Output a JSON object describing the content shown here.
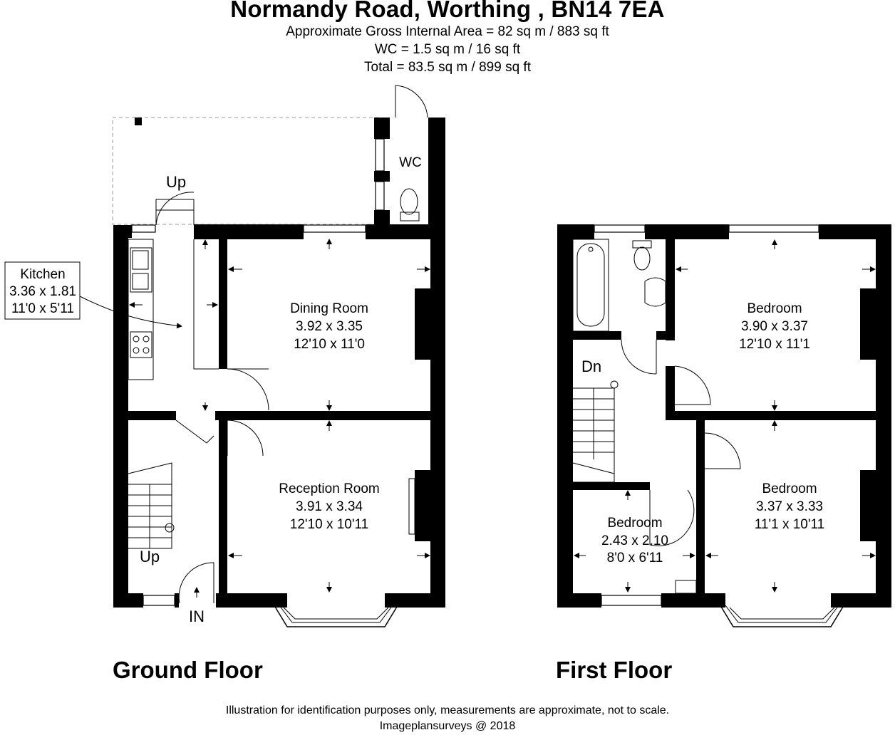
{
  "header": {
    "title": "Normandy Road, Worthing , BN14 7EA",
    "line1": "Approximate Gross Internal Area = 82 sq m / 883 sq ft",
    "line2": "WC = 1.5 sq m / 16 sq ft",
    "line3": "Total = 83.5 sq m / 899 sq ft"
  },
  "ground_floor": {
    "label": "Ground Floor",
    "wc": "WC",
    "up_top": "Up",
    "up_bottom": "Up",
    "entrance": "IN",
    "kitchen": {
      "name": "Kitchen",
      "metric": "3.36 x 1.81",
      "imperial": "11'0 x 5'11"
    },
    "dining": {
      "name": "Dining Room",
      "metric": "3.92 x 3.35",
      "imperial": "12'10 x 11'0"
    },
    "reception": {
      "name": "Reception Room",
      "metric": "3.91 x 3.34",
      "imperial": "12'10 x 10'11"
    }
  },
  "first_floor": {
    "label": "First Floor",
    "down": "Dn",
    "bedroom_back": {
      "name": "Bedroom",
      "metric": "3.90 x 3.37",
      "imperial": "12'10 x 11'1"
    },
    "bedroom_front": {
      "name": "Bedroom",
      "metric": "3.37 x 3.33",
      "imperial": "11'1 x 10'11"
    },
    "bedroom_small": {
      "name": "Bedroom",
      "metric": "2.43 x 2.10",
      "imperial": "8'0 x 6'11"
    }
  },
  "footer": {
    "line1": "Illustration for identification purposes only, measurements are approximate, not to scale.",
    "line2": "Imageplansurveys @ 2018"
  }
}
